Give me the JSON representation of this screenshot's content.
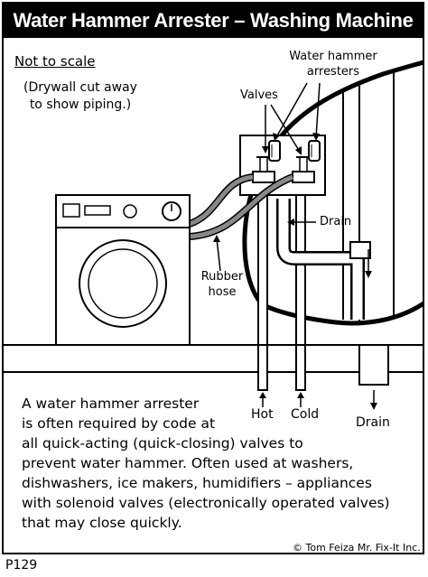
{
  "title": "Water Hammer Arrester – Washing Machine #1",
  "not_to_scale": "Not to scale",
  "drywall_note": [
    "(Drywall cut away",
    "to show piping.)"
  ],
  "labels": {
    "water_hammer_arresters": [
      "Water hammer",
      "arresters"
    ],
    "valves": "Valves",
    "drain": "Drain",
    "rubber_hose": [
      "Rubber",
      "hose"
    ],
    "hot": "Hot",
    "cold": "Cold",
    "drain_bottom": "Drain"
  },
  "caption": [
    "A water hammer arrester",
    "is often required by code at",
    "all quick-acting (quick-closing) valves to",
    "prevent water hammer. Often used at washers,",
    "dishwashers, ice makers, humidifiers – appliances",
    "with solenoid valves (electronically operated valves)",
    "that may close quickly."
  ],
  "credit": "© Tom Feiza Mr. Fix-It Inc.",
  "page_id": "P129"
}
